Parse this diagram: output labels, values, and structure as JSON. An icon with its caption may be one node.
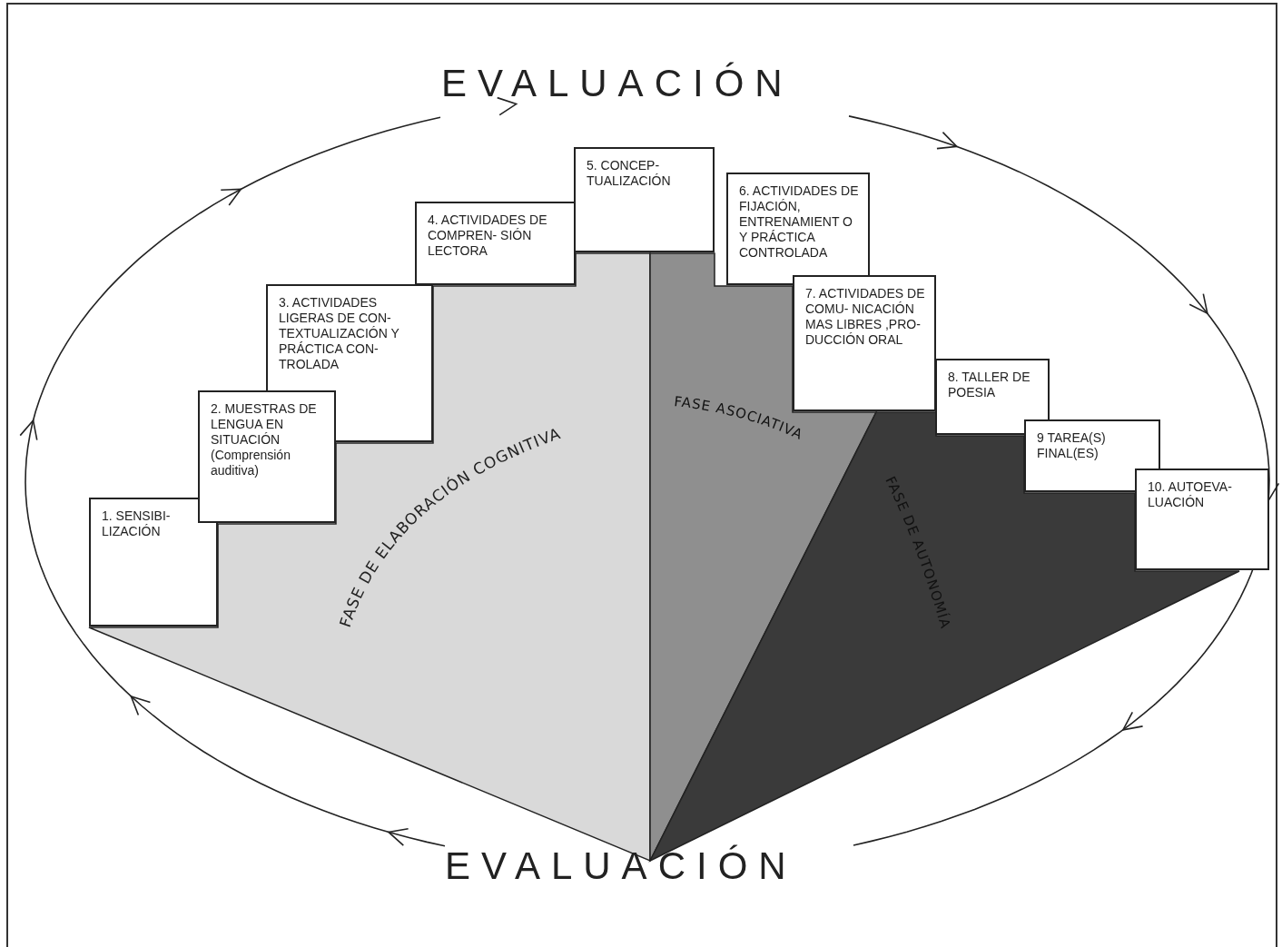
{
  "diagram": {
    "nodes": [
      {
        "text": [
          "1. SENSIBI- LIZACIÓN"
        ]
      },
      {
        "text": [
          "2. MUESTRAS DE LENGUA EN SITUACIÓN (Comprensión auditiva)"
        ]
      },
      {
        "text": [
          "3. ACTIVIDADES LIGERAS DE CON- TEXTUALIZACIÓN Y PRÁCTICA CON- TROLADA"
        ]
      },
      {
        "text": [
          "4. ACTIVIDADES DE COMPREN- SIÓN LECTORA"
        ]
      },
      {
        "text": [
          "5. CONCEP- TUALIZACIÓN"
        ]
      },
      {
        "text": [
          "6. ACTIVIDADES DE FIJACIÓN, ENTRENAMIENT O Y PRÁCTICA CONTROLADA"
        ]
      },
      {
        "text": [
          "7. ACTIVIDADES DE COMU- NICACIÓN MAS LIBRES ,PRO- DUCCIÓN ORAL"
        ]
      },
      {
        "text": [
          "8. TALLER DE POESIA"
        ]
      },
      {
        "text": [
          "9 TAREA(S) FINAL(ES)"
        ]
      },
      {
        "text": [
          "10. AUTOEVA- LUACIÓN"
        ]
      },
      {
        "text": [
          "FASE DE ELABORACIÓN COGNITIVA"
        ]
      },
      {
        "text": [
          "FASE ASOCIATIVA"
        ]
      },
      {
        "text": [
          "FASE DE AUTONOMÍA"
        ]
      }
    ],
    "labels": [
      "EVALUACIÓN",
      "EVALUACIÓN"
    ]
  }
}
